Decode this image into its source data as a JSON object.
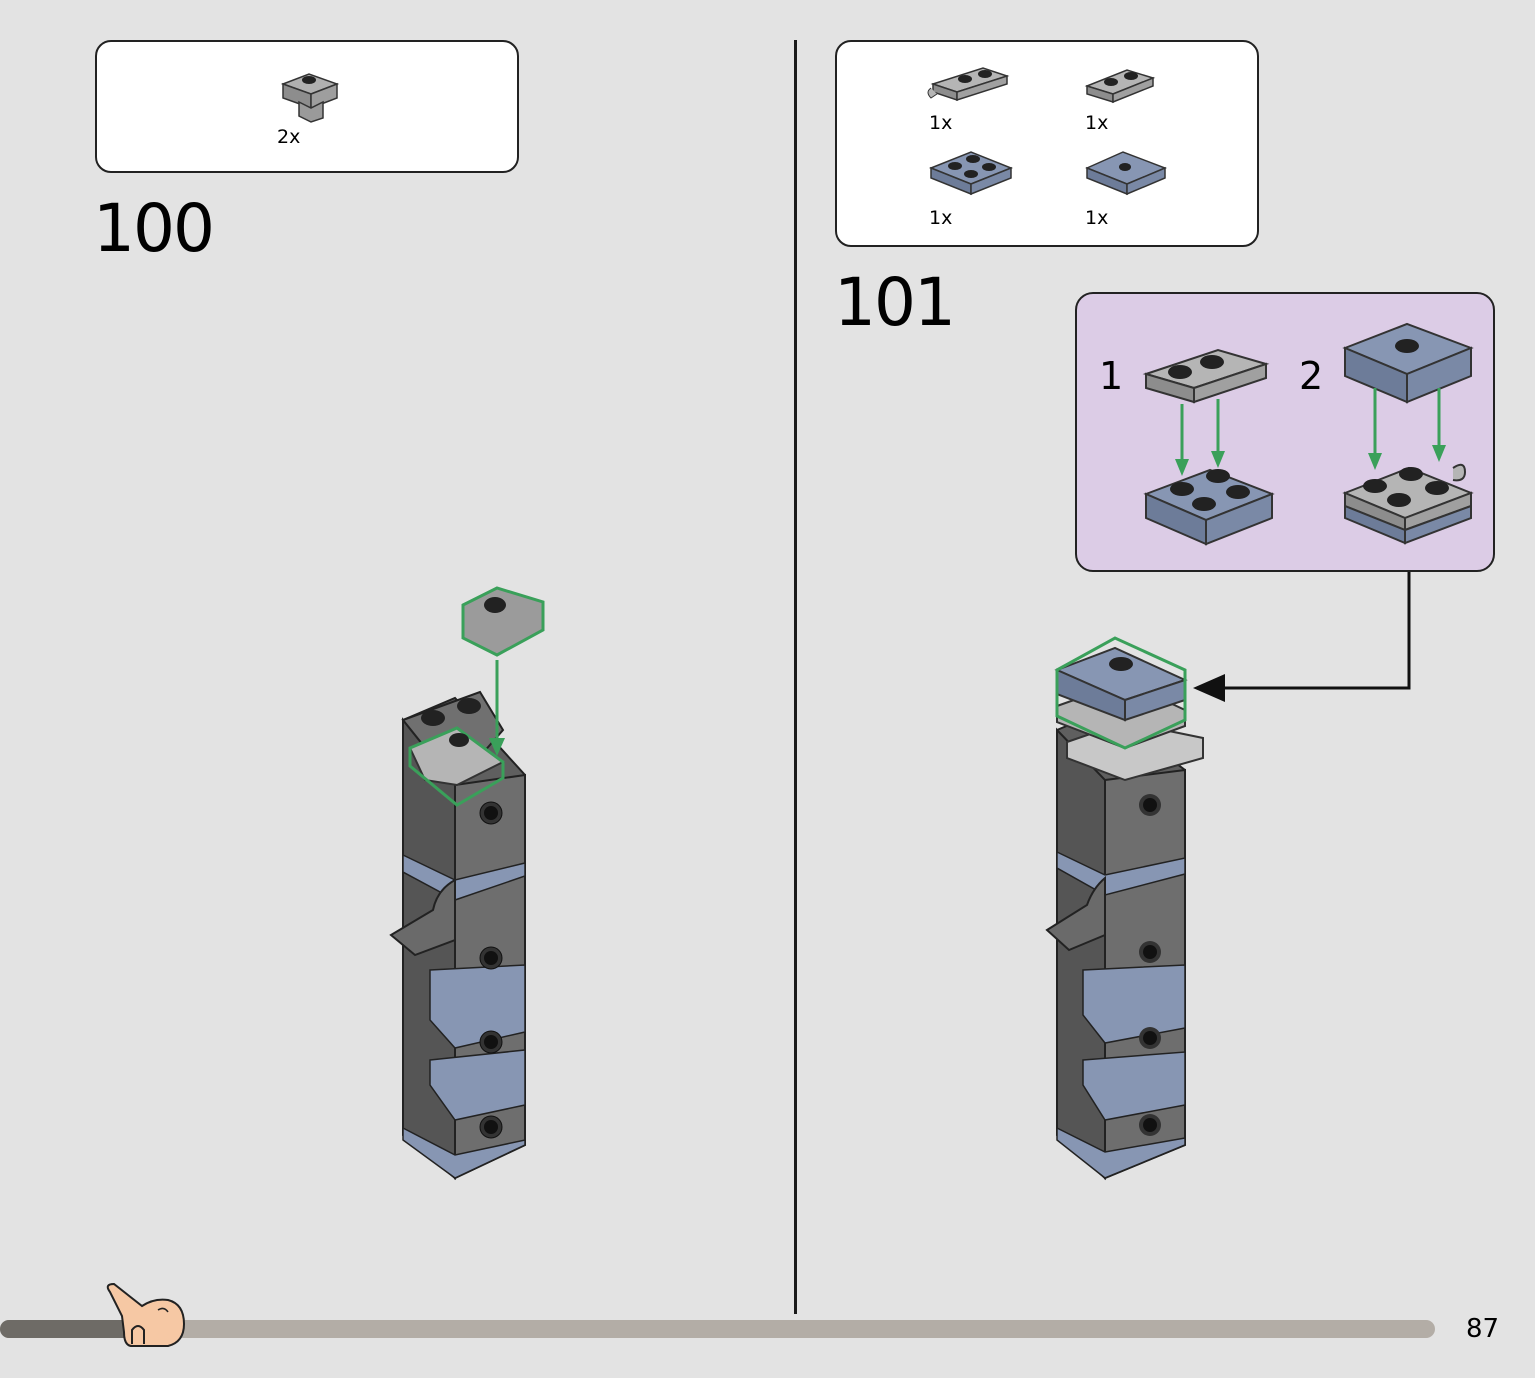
{
  "page": {
    "number": "87"
  },
  "progress": {
    "fraction": 0.12
  },
  "steps": [
    {
      "number": "100",
      "parts": [
        {
          "qty": "2x",
          "icon": "gray-clip-plate-icon"
        }
      ]
    },
    {
      "number": "101",
      "parts": [
        {
          "qty": "1x",
          "icon": "gray-plate-clip-icon"
        },
        {
          "qty": "1x",
          "icon": "gray-plate-1x2-icon"
        },
        {
          "qty": "1x",
          "icon": "blue-plate-2x2-icon"
        },
        {
          "qty": "1x",
          "icon": "blue-jumper-tile-icon"
        }
      ],
      "substeps": [
        {
          "number": "1"
        },
        {
          "number": "2"
        }
      ]
    }
  ],
  "colors": {
    "blue_brick": "#8796b3",
    "dark_brick": "#6b6b6b",
    "light_brick": "#a9a9a9",
    "arrow": "#3aa05a",
    "callout_bg": "#dccce6"
  }
}
